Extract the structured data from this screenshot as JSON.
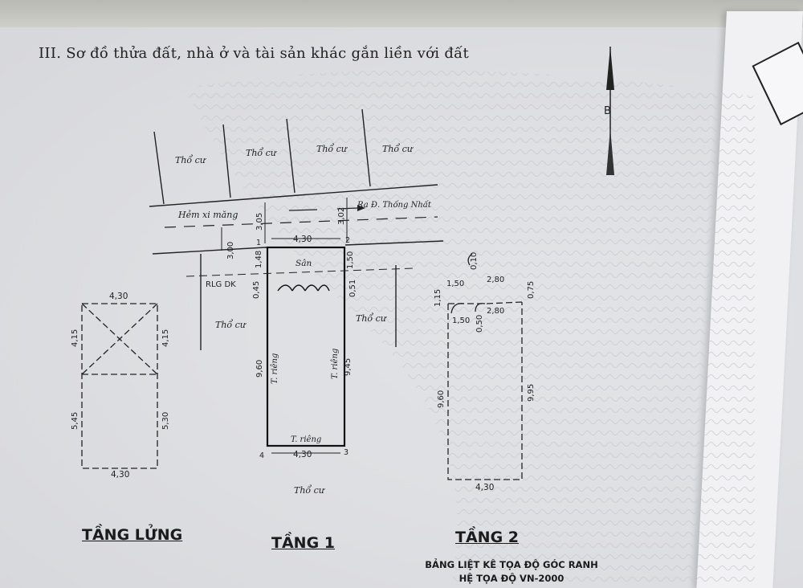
{
  "section_title": "III. Sơ đồ thửa đất, nhà ở và tài sản khác gắn liền với đất",
  "north_label": "B",
  "neighbors": {
    "top_left": "Thổ cư",
    "top_2": "Thổ cư",
    "top_3": "Thổ cư",
    "top_4": "Thổ cư",
    "left": "Thổ cư",
    "right": "Thổ cư",
    "bottom": "Thổ cư"
  },
  "street": {
    "alley": "Hẻm xi măng",
    "exit": "Ra Đ. Thống Nhất"
  },
  "parcel": {
    "yard": "Sân",
    "rlg": "RLG DK",
    "wall_left": "T. riêng",
    "wall_right": "T. riêng",
    "wall_bottom": "T. riêng",
    "corner_1": "1",
    "corner_2": "2",
    "corner_3": "3",
    "corner_4": "4",
    "dims": {
      "top_width": "4,30",
      "bottom_width": "4,30",
      "alley_left": "3,05",
      "alley_right": "3,02",
      "setback": "3,00",
      "yard_left": "1,48",
      "yard_right": "1,50",
      "rlg_left": "0,45",
      "rlg_right": "0,51",
      "house_left": "9,60",
      "house_right": "9,45"
    }
  },
  "mezzanine": {
    "label": "TẦNG LỬNG",
    "top_width": "4,30",
    "bottom_width": "4,30",
    "void_left": "4,15",
    "void_right": "4,15",
    "lower_left": "5,45",
    "lower_right": "5,30"
  },
  "floor1_label": "TẦNG 1",
  "floor2": {
    "label": "TẦNG 2",
    "top_a": "1,50",
    "top_gap": "0,10",
    "top_b": "2,80",
    "inner_a": "1,50",
    "inner_gap": "0,50",
    "inner_b": "2,80",
    "left_top": "1,15",
    "right_top": "0,75",
    "left_height": "9,60",
    "right_height": "9,95",
    "bottom_width": "4,30"
  },
  "table_title_1": "BẢNG LIỆT KÊ TỌA ĐỘ GÓC RANH",
  "table_title_2": "HỆ TỌA ĐỘ VN-2000"
}
